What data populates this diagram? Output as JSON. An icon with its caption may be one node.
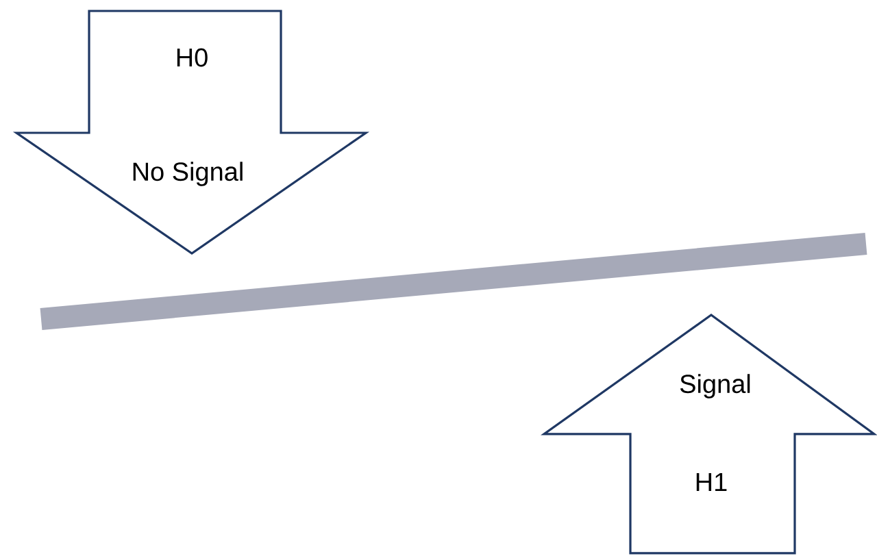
{
  "diagram": {
    "nodes": [
      {
        "text": [
          "H0",
          "No Signal"
        ]
      },
      {
        "text": [
          "Signal",
          "H1"
        ]
      }
    ]
  }
}
